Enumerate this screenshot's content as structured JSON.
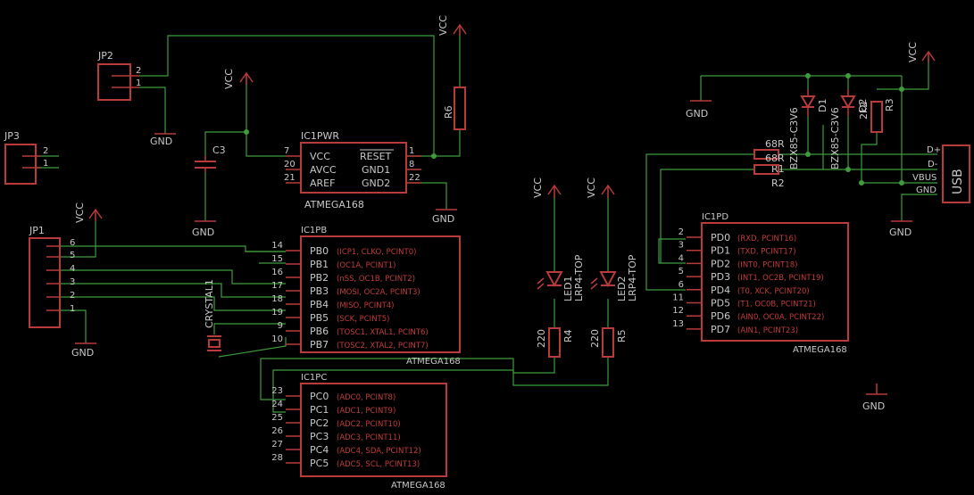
{
  "labels": {
    "vcc": "VCC",
    "gnd": "GND"
  },
  "connectors": {
    "jp1": {
      "name": "JP1",
      "pins": [
        "6",
        "5",
        "4",
        "3",
        "2",
        "1"
      ]
    },
    "jp2": {
      "name": "JP2",
      "pins": [
        "2",
        "1"
      ]
    },
    "jp3": {
      "name": "JP3",
      "pins": [
        "2",
        "1"
      ]
    },
    "usb": {
      "name": "USB",
      "pins": [
        "D+",
        "D-",
        "VBUS",
        "GND"
      ]
    }
  },
  "ic1pwr": {
    "name": "IC1PWR",
    "part": "ATMEGA168",
    "left": [
      {
        "num": "7",
        "label": "VCC"
      },
      {
        "num": "20",
        "label": "AVCC"
      },
      {
        "num": "21",
        "label": "AREF"
      }
    ],
    "right": [
      {
        "num": "1",
        "label": "RESET"
      },
      {
        "num": "8",
        "label": "GND1"
      },
      {
        "num": "22",
        "label": "GND2"
      }
    ]
  },
  "ic1pb": {
    "name": "IC1PB",
    "part": "ATMEGA168",
    "pins": [
      {
        "num": "14",
        "label": "PB0",
        "func": "(ICP1, CLKO, PCINT0)"
      },
      {
        "num": "15",
        "label": "PB1",
        "func": "(OC1A, PCINT1)"
      },
      {
        "num": "16",
        "label": "PB2",
        "func": "(nSS, OC1B, PCINT2)"
      },
      {
        "num": "17",
        "label": "PB3",
        "func": "(MOSI, OC2A, PCINT3)"
      },
      {
        "num": "18",
        "label": "PB4",
        "func": "(MISO, PCINT4)"
      },
      {
        "num": "19",
        "label": "PB5",
        "func": "(SCK, PCINT5)"
      },
      {
        "num": "9",
        "label": "PB6",
        "func": "(TOSC1, XTAL1, PCINT6)"
      },
      {
        "num": "10",
        "label": "PB7",
        "func": "(TOSC2, XTAL2, PCINT7)"
      }
    ]
  },
  "ic1pc": {
    "name": "IC1PC",
    "part": "ATMEGA168",
    "pins": [
      {
        "num": "23",
        "label": "PC0",
        "func": "(ADC0, PCINT8)"
      },
      {
        "num": "24",
        "label": "PC1",
        "func": "(ADC1, PCINT9)"
      },
      {
        "num": "25",
        "label": "PC2",
        "func": "(ADC2, PCINT10)"
      },
      {
        "num": "26",
        "label": "PC3",
        "func": "(ADC3, PCINT11)"
      },
      {
        "num": "27",
        "label": "PC4",
        "func": "(ADC4, SDA, PCINT12)"
      },
      {
        "num": "28",
        "label": "PC5",
        "func": "(ADC5, SCL, PCINT13)"
      }
    ]
  },
  "ic1pd": {
    "name": "IC1PD",
    "part": "ATMEGA168",
    "pins": [
      {
        "num": "2",
        "label": "PD0",
        "func": "(RXD, PCINT16)"
      },
      {
        "num": "3",
        "label": "PD1",
        "func": "(TXD, PCINT17)"
      },
      {
        "num": "4",
        "label": "PD2",
        "func": "(INT0, PCINT18)"
      },
      {
        "num": "5",
        "label": "PD3",
        "func": "(INT1, OC2B, PCINT19)"
      },
      {
        "num": "6",
        "label": "PD4",
        "func": "(T0, XCK, PCINT20)"
      },
      {
        "num": "11",
        "label": "PD5",
        "func": "(T1, OC0B, PCINT21)"
      },
      {
        "num": "12",
        "label": "PD6",
        "func": "(AIN0, OC0A, PCINT22)"
      },
      {
        "num": "13",
        "label": "PD7",
        "func": "(AIN1, PCINT23)"
      }
    ]
  },
  "parts": {
    "c3": "C3",
    "r6": "R6",
    "crystal": "CRYSTAL1",
    "led1": "LED1",
    "led1_type": "LRP4-TOP",
    "led2": "LED2",
    "led2_type": "LRP4-TOP",
    "r4": "R4",
    "r4_val": "220",
    "r5": "R5",
    "r5_val": "220",
    "r1": "R1",
    "r1_val": "68R",
    "r2": "R2",
    "r2_val": "68R",
    "r3": "R3",
    "r3_val": "2k2",
    "d1": "D1",
    "d1_type": "BZX85-C3V6",
    "d2": "D2",
    "d2_type": "BZX85-C3V6"
  }
}
